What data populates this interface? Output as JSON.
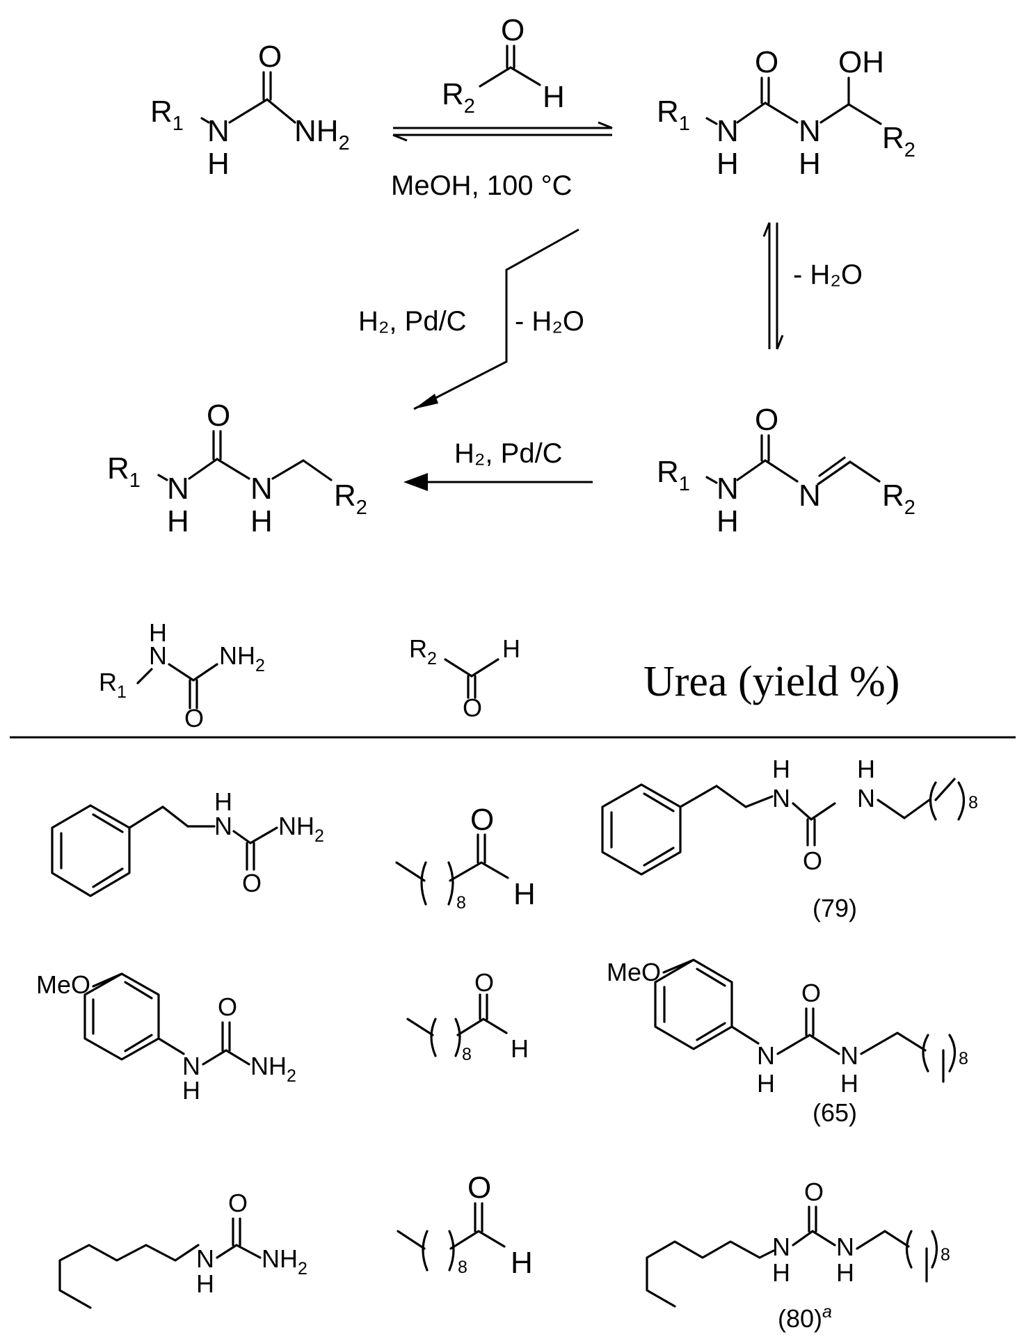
{
  "text": {
    "R1": "R",
    "R2": "R",
    "sub1": "1",
    "sub2": "2",
    "O": "O",
    "OH": "OH",
    "H": "H",
    "N": "N",
    "NH": "NH",
    "NH2_main": "NH",
    "NH2_sub": "2",
    "MeO": "MeO",
    "n8": "8"
  },
  "scheme": {
    "cond_top": "MeOH, 100 °C",
    "cond_diag_left": "H₂, Pd/C",
    "cond_diag_right": "- H₂O",
    "cond_dehydration": "- H₂O",
    "cond_reduction": "H₂, Pd/C"
  },
  "table": {
    "header_urea": "Urea (yield %)",
    "rows": [
      {
        "yield": "(79)"
      },
      {
        "yield": "(65)"
      },
      {
        "yield": "(80)",
        "note": "a"
      }
    ]
  }
}
